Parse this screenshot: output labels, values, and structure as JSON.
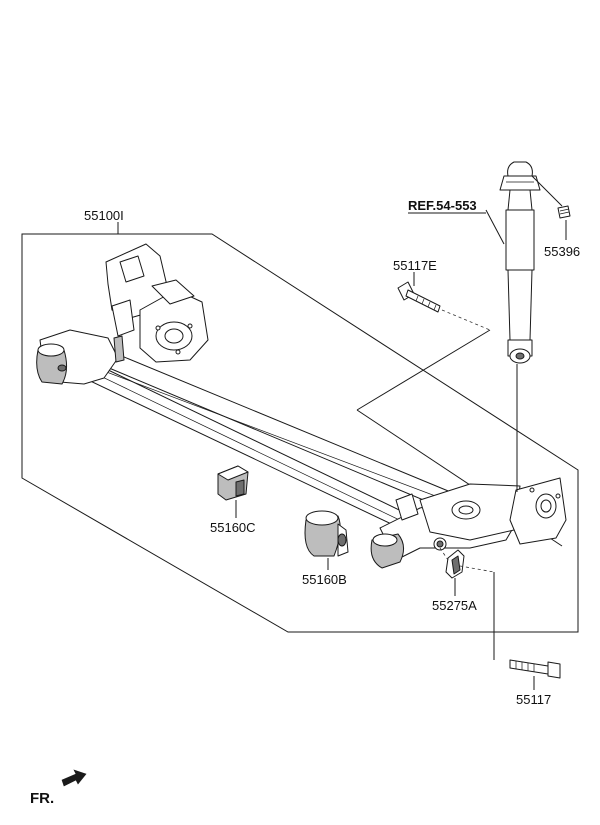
{
  "labels": {
    "axle_assy": "55100I",
    "shock_ref": "REF.54-553",
    "shock_cap": "55396",
    "shock_bolt_upper": "55117E",
    "stopper": "55160C",
    "bushing": "55160B",
    "washer": "55275A",
    "bolt_lower": "55117",
    "front": "FR."
  },
  "colors": {
    "line": "#1a1a1a",
    "shade": "#bdbdbd",
    "dark_shade": "#6e6e6e"
  }
}
